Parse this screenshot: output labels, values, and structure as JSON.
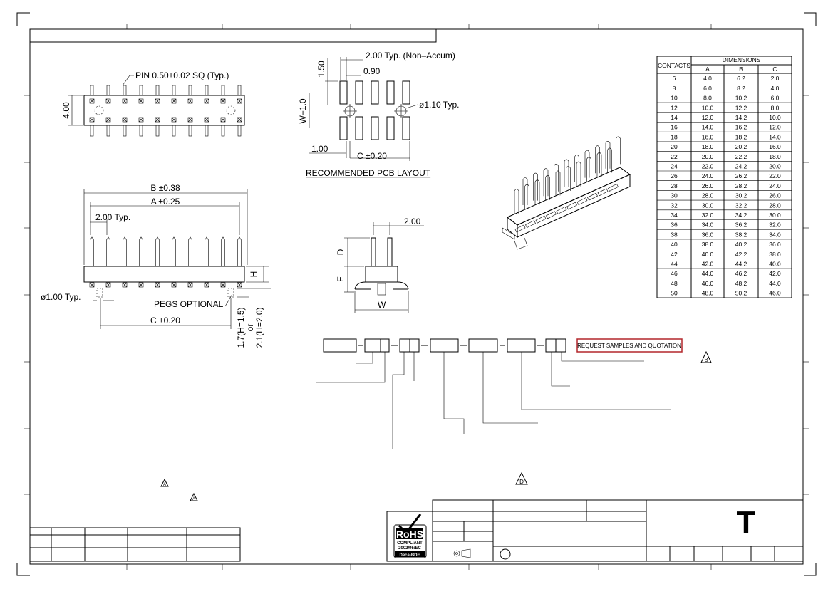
{
  "top_view": {
    "pin_label": "PIN 0.50±0.02 SQ (Typ.)",
    "height_label": "4.00"
  },
  "pcb_layout": {
    "pitch_label": "2.00 Typ. (Non–Accum)",
    "pad_width": "0.90",
    "pad_length": "1.50",
    "row_label": "W+1.0",
    "hole_label": "ø1.10 Typ.",
    "offset_label": "1.00",
    "c_label": "C ±0.20",
    "title": "RECOMMENDED PCB LAYOUT"
  },
  "side_view": {
    "b_label": "B ±0.38",
    "a_label": "A ±0.25",
    "pitch_label": "2.00 Typ.",
    "h_label": "H",
    "peg_dia_label": "ø1.00 Typ.",
    "pegs_label": "PEGS OPTIONAL",
    "c_label": "C ±0.20",
    "peg_h1": "1.7(H=1.5)",
    "peg_or": "or",
    "peg_h2": "2.1(H=2.0)"
  },
  "end_view": {
    "pitch_label": "2.00",
    "d_label": "D",
    "e_label": "E",
    "w_label": "W"
  },
  "dimension_table": {
    "contacts_header": "CONTACTS",
    "dimensions_header": "DIMENSIONS",
    "columns": [
      "A",
      "B",
      "C"
    ],
    "rows": [
      [
        "6",
        "4.0",
        "6.2",
        "2.0"
      ],
      [
        "8",
        "6.0",
        "8.2",
        "4.0"
      ],
      [
        "10",
        "8.0",
        "10.2",
        "6.0"
      ],
      [
        "12",
        "10.0",
        "12.2",
        "8.0"
      ],
      [
        "14",
        "12.0",
        "14.2",
        "10.0"
      ],
      [
        "16",
        "14.0",
        "16.2",
        "12.0"
      ],
      [
        "18",
        "16.0",
        "18.2",
        "14.0"
      ],
      [
        "20",
        "18.0",
        "20.2",
        "16.0"
      ],
      [
        "22",
        "20.0",
        "22.2",
        "18.0"
      ],
      [
        "24",
        "22.0",
        "24.2",
        "20.0"
      ],
      [
        "26",
        "24.0",
        "26.2",
        "22.0"
      ],
      [
        "28",
        "26.0",
        "28.2",
        "24.0"
      ],
      [
        "30",
        "28.0",
        "30.2",
        "26.0"
      ],
      [
        "32",
        "30.0",
        "32.2",
        "28.0"
      ],
      [
        "34",
        "32.0",
        "34.2",
        "30.0"
      ],
      [
        "36",
        "34.0",
        "36.2",
        "32.0"
      ],
      [
        "38",
        "36.0",
        "38.2",
        "34.0"
      ],
      [
        "40",
        "38.0",
        "40.2",
        "36.0"
      ],
      [
        "42",
        "40.0",
        "42.2",
        "38.0"
      ],
      [
        "44",
        "42.0",
        "44.2",
        "40.0"
      ],
      [
        "46",
        "44.0",
        "46.2",
        "42.0"
      ],
      [
        "48",
        "46.0",
        "48.2",
        "44.0"
      ],
      [
        "50",
        "48.0",
        "50.2",
        "46.0"
      ]
    ]
  },
  "ordering": {
    "request_label": "REQUEST SAMPLES AND QUOTATION",
    "accent_color": "#b3262b"
  },
  "revision_marks": {
    "b": "B",
    "d": "D",
    "a1": "A",
    "a2": "A"
  },
  "title_block": {
    "logo_letter": "T",
    "rohs_title": "RoHS",
    "rohs_compliant": "COMPLIANT",
    "rohs_directive": "2002/95/EC",
    "rohs_footer": "Deca-BDE"
  }
}
